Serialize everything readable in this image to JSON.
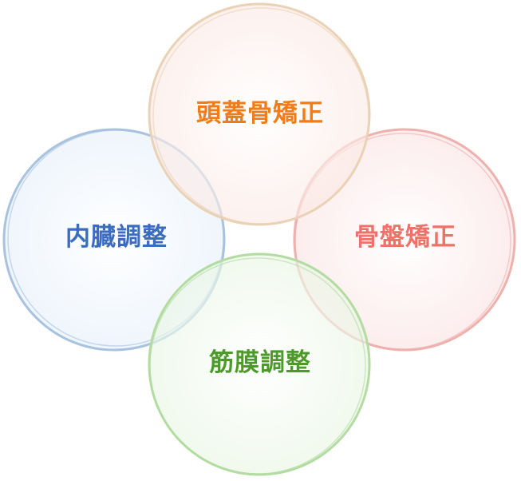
{
  "diagram": {
    "nodes": [
      {
        "id": "top",
        "label": "頭蓋骨矯正",
        "color": "#f07c1a",
        "ring_color": "#ead2b6",
        "fill_color": "#fbe9e4"
      },
      {
        "id": "right",
        "label": "骨盤矯正",
        "color": "#ef7168",
        "ring_color": "#eeb1ad",
        "fill_color": "#fbe3e3"
      },
      {
        "id": "bottom",
        "label": "筋膜調整",
        "color": "#4c9a2a",
        "ring_color": "#b2dca1",
        "fill_color": "#e9f6e4"
      },
      {
        "id": "left",
        "label": "内臓調整",
        "color": "#3a6cc2",
        "ring_color": "#a9c3df",
        "fill_color": "#e6f0fb"
      }
    ]
  }
}
